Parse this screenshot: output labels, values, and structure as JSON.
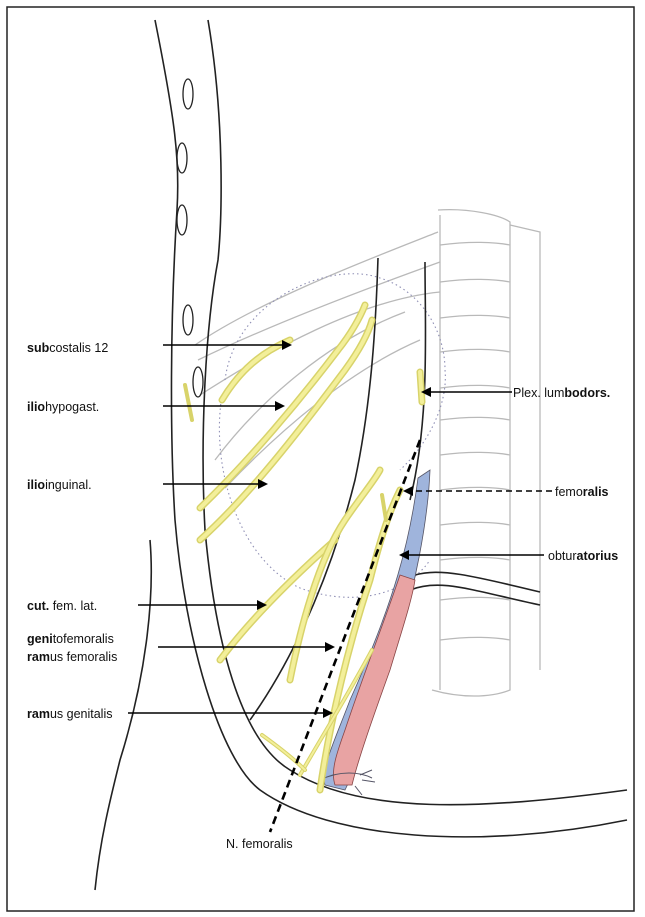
{
  "labels": {
    "subcostalis": {
      "bold": "sub",
      "rest": "costalis 12"
    },
    "iliohypogast": {
      "bold": "ilio",
      "rest": "hypogast."
    },
    "ilioinguinal": {
      "bold": "ilio",
      "rest": "inguinal."
    },
    "cut_fem_lat": {
      "bold": "cut.",
      "rest": " fem. lat."
    },
    "genitofemoralis": {
      "bold": "geni",
      "rest": "tofemoralis"
    },
    "ramus_femoralis": {
      "bold": "ram",
      "rest": "us femoralis"
    },
    "ramus_genitalis": {
      "bold": "ram",
      "rest": "us genitalis"
    },
    "plex_lumbodors": {
      "text": "Plex. lum",
      "bold": "bodors."
    },
    "femoralis": {
      "text": "femo",
      "bold": "ralis"
    },
    "obturatorius": {
      "text": "obtur",
      "bold": "atorius"
    },
    "n_femoralis": {
      "text": "N. femoralis"
    }
  },
  "colors": {
    "nerve": "#d8d36a",
    "nerve_highlight": "#f3ef9a",
    "artery": "#e8a3a3",
    "vein": "#9fb4dc",
    "outline": "#222222",
    "spine": "#b9b9b9",
    "dotted_region": "#8f8fb5"
  }
}
